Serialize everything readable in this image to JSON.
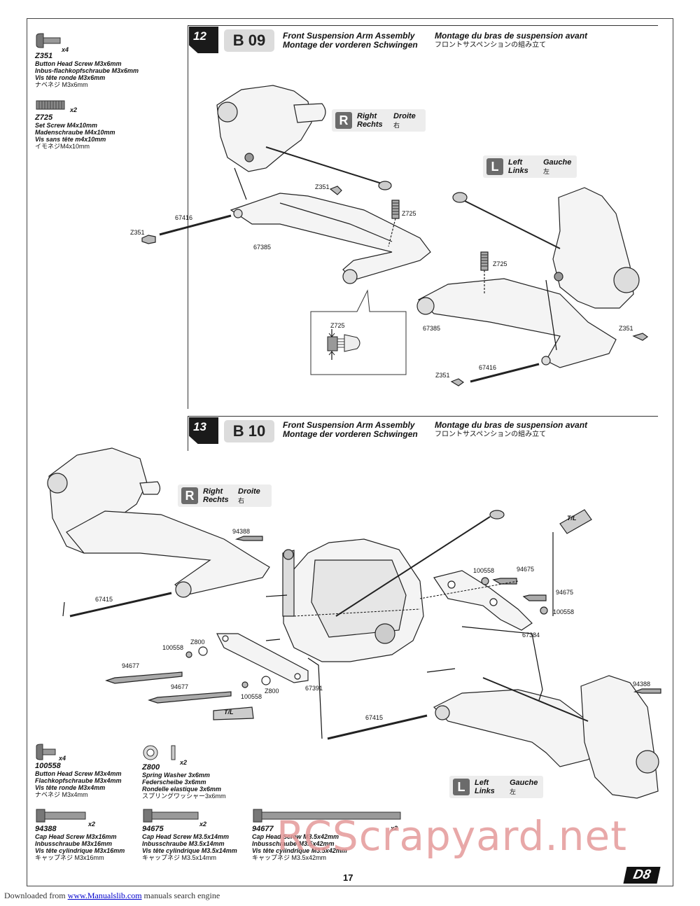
{
  "top_parts": [
    {
      "qty": "x4",
      "code": "Z351",
      "lines": [
        "Button Head Screw M3x6mm",
        "Inbus-flachkopfschraube M3x6mm",
        "Vis tête ronde M3x6mm"
      ],
      "jp": "ナベネジ M3x6mm"
    },
    {
      "qty": "x2",
      "code": "Z725",
      "lines": [
        "Set Screw M4x10mm",
        "Madenschraube M4x10mm",
        "Vis sans tête m4x10mm"
      ],
      "jp": "イモネジM4x10mm"
    }
  ],
  "step12": {
    "number": "12",
    "code": "B 09",
    "title_en": "Front Suspension Arm Assembly",
    "title_de": "Montage der vorderen Schwingen",
    "title_fr": "Montage du bras de suspension avant",
    "title_jp": "フロントサスペンションの組み立て",
    "right": {
      "letter": "R",
      "en": "Right",
      "de": "Rechts",
      "fr": "Droite",
      "jp": "右"
    },
    "left": {
      "letter": "L",
      "en": "Left",
      "de": "Links",
      "fr": "Gauche",
      "jp": "左"
    },
    "labels": {
      "z351_a": "Z351",
      "z725_a": "Z725",
      "p67416_a": "67416",
      "z351_b": "Z351",
      "p67385_a": "67385",
      "z725_b": "Z725",
      "z725_c": "Z725",
      "p67385_b": "67385",
      "z351_c": "Z351",
      "p67416_b": "67416",
      "z351_d": "Z351"
    }
  },
  "step13": {
    "number": "13",
    "code": "B 10",
    "title_en": "Front Suspension Arm Assembly",
    "title_de": "Montage der vorderen Schwingen",
    "title_fr": "Montage du bras de suspension avant",
    "title_jp": "フロントサスペンションの組み立て",
    "right": {
      "letter": "R",
      "en": "Right",
      "de": "Rechts",
      "fr": "Droite",
      "jp": "右"
    },
    "left": {
      "letter": "L",
      "en": "Left",
      "de": "Links",
      "fr": "Gauche",
      "jp": "左"
    },
    "labels": {
      "p94388_a": "94388",
      "p67415_a": "67415",
      "p100558_a": "100558",
      "p94675_a": "94675",
      "p94675_b": "94675",
      "p100558_b": "100558",
      "p67384": "67384",
      "tl_a": "T/L",
      "p100558_c": "100558",
      "z800_a": "Z800",
      "p94677_a": "94677",
      "p94677_b": "94677",
      "p100558_d": "100558",
      "z800_b": "Z800",
      "p67391": "67391",
      "tl_b": "T/L",
      "p67415_b": "67415",
      "p94388_b": "94388"
    }
  },
  "bottom_parts": [
    {
      "qty": "x4",
      "code": "100558",
      "lines": [
        "Button Head Screw M3x4mm",
        "Flachkopfschraube M3x4mm",
        "Vis tête ronde M3x4mm"
      ],
      "jp": "ナベネジ M3x4mm"
    },
    {
      "qty": "x2",
      "code": "Z800",
      "lines": [
        "Spring Washer 3x6mm",
        "Federscheibe 3x6mm",
        "Rondelle elastique 3x6mm"
      ],
      "jp": "スプリングワッシャー3x6mm"
    },
    {
      "qty": "x2",
      "code": "94388",
      "lines": [
        "Cap Head Screw M3x16mm",
        "Inbusschraube M3x16mm",
        "Vis tête cylindrique M3x16mm"
      ],
      "jp": "キャップネジ M3x16mm"
    },
    {
      "qty": "x2",
      "code": "94675",
      "lines": [
        "Cap Head Screw M3.5x14mm",
        "Inbusschraube M3.5x14mm",
        "Vis tête cylindrique M3.5x14mm"
      ],
      "jp": "キャップネジ M3.5x14mm"
    },
    {
      "qty": "x2",
      "code": "94677",
      "lines": [
        "Cap Head Screw M3.5x42mm",
        "Inbusschraube M3.5x42mm",
        "Vis tête cylindrique M3.5x42mm"
      ],
      "jp": "キャップネジ M3.5x42mm"
    }
  ],
  "page_number": "17",
  "logo": "D8",
  "watermark": "RCScrapyard.net",
  "footer": {
    "prefix": "Downloaded from",
    "link": "www.Manualslib.com",
    "suffix": "manuals search engine"
  }
}
